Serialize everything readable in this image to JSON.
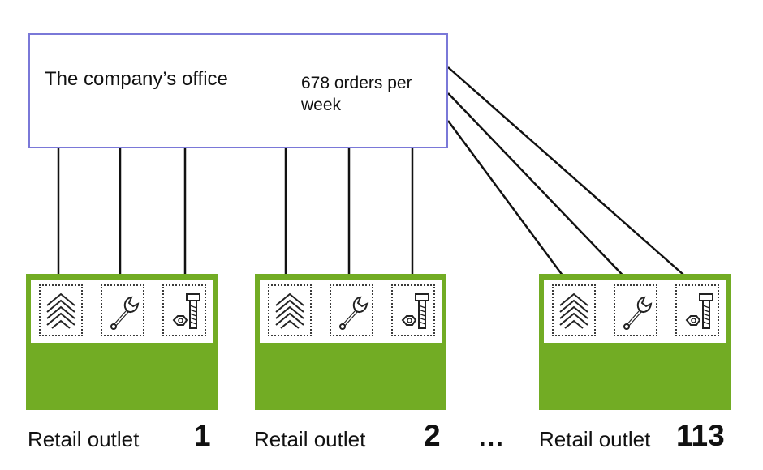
{
  "office": {
    "title": "The company’s office",
    "orders": "678 orders per week"
  },
  "outlets": [
    {
      "label": "Retail outlet",
      "number": "1",
      "icons": [
        "chevrons-icon",
        "wrench-icon",
        "nut-bolt-icon"
      ]
    },
    {
      "label": "Retail outlet",
      "number": "2",
      "icons": [
        "chevrons-icon",
        "wrench-icon",
        "nut-bolt-icon"
      ]
    },
    {
      "label": "Retail outlet",
      "number": "113",
      "icons": [
        "chevrons-icon",
        "wrench-icon",
        "nut-bolt-icon"
      ]
    }
  ],
  "ellipsis": "...",
  "colors": {
    "office_border": "#7a78d8",
    "outlet_green": "#72ac24",
    "arrow": "#111111"
  }
}
